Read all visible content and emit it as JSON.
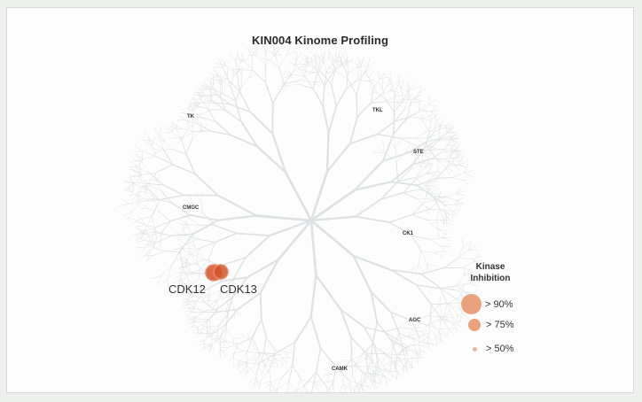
{
  "title": "KIN004 Kinome Profiling",
  "groups": [
    {
      "id": "tk",
      "label": "TK"
    },
    {
      "id": "tkl",
      "label": "TKL"
    },
    {
      "id": "ste",
      "label": "STE"
    },
    {
      "id": "cmgc",
      "label": "CMGC"
    },
    {
      "id": "ck1",
      "label": "CK1"
    },
    {
      "id": "agc",
      "label": "AGC"
    },
    {
      "id": "camk",
      "label": "CAMK"
    }
  ],
  "hits": [
    {
      "label": "CDK12",
      "inhibition": "> 90%"
    },
    {
      "label": "CDK13",
      "inhibition": "> 90%"
    }
  ],
  "legend": {
    "title_line1": "Kinase",
    "title_line2": "Inhibition",
    "items": [
      {
        "label": "> 90%",
        "color": "#e9a27c"
      },
      {
        "label": "> 75%",
        "color": "#e9a27c"
      },
      {
        "label": "> 50%",
        "color": "#e3b79a"
      }
    ]
  },
  "colors": {
    "tree": "#dde2e4",
    "hit_fill": "#d4532a",
    "hit_stroke": "#e98a66"
  }
}
